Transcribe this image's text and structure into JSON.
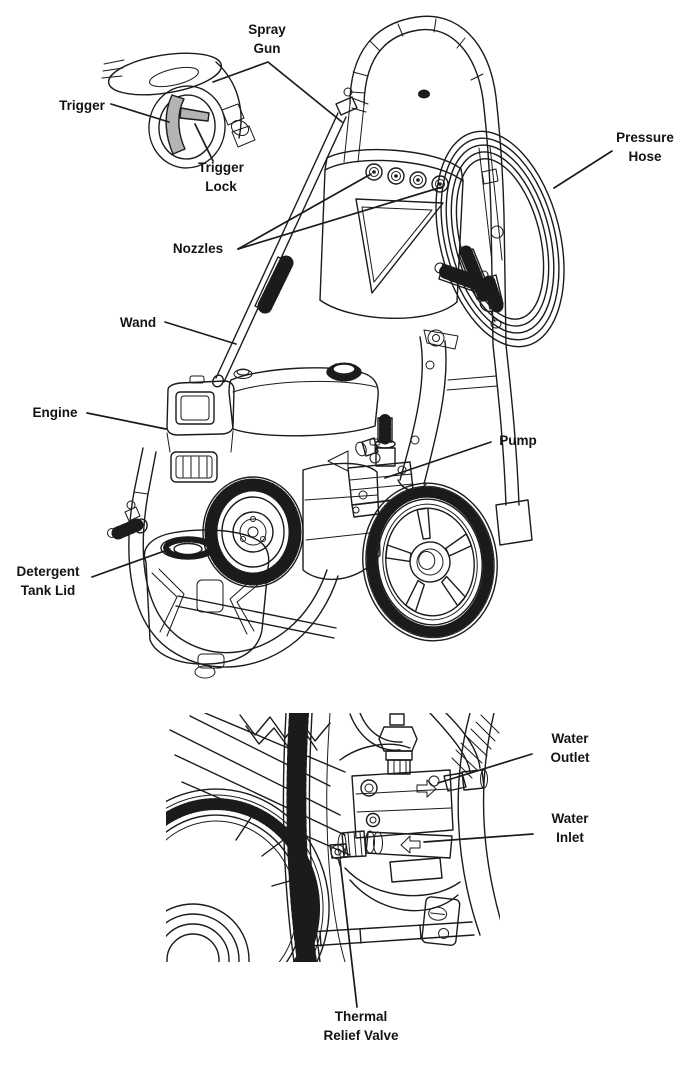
{
  "diagram": {
    "title": "Pressure washer parts identification diagram",
    "colors": {
      "line": "#1b1b1b",
      "text": "#141414",
      "trigger_fill": "#b4b4b4",
      "background": "#ffffff"
    },
    "labels": {
      "spray_gun": {
        "lines": [
          "Spray",
          "Gun"
        ]
      },
      "trigger": {
        "lines": [
          "Trigger"
        ]
      },
      "trigger_lock": {
        "lines": [
          "Trigger",
          "Lock"
        ]
      },
      "nozzles": {
        "lines": [
          "Nozzles"
        ]
      },
      "pressure_hose": {
        "lines": [
          "Pressure",
          "Hose"
        ]
      },
      "wand": {
        "lines": [
          "Wand"
        ]
      },
      "engine": {
        "lines": [
          "Engine"
        ]
      },
      "pump": {
        "lines": [
          "Pump"
        ]
      },
      "detergent_tank_lid": {
        "lines": [
          "Detergent",
          "Tank Lid"
        ]
      },
      "water_outlet": {
        "lines": [
          "Water",
          "Outlet"
        ]
      },
      "water_inlet": {
        "lines": [
          "Water",
          "Inlet"
        ]
      },
      "thermal_relief_valve": {
        "lines": [
          "Thermal",
          "Relief Valve"
        ]
      }
    }
  }
}
